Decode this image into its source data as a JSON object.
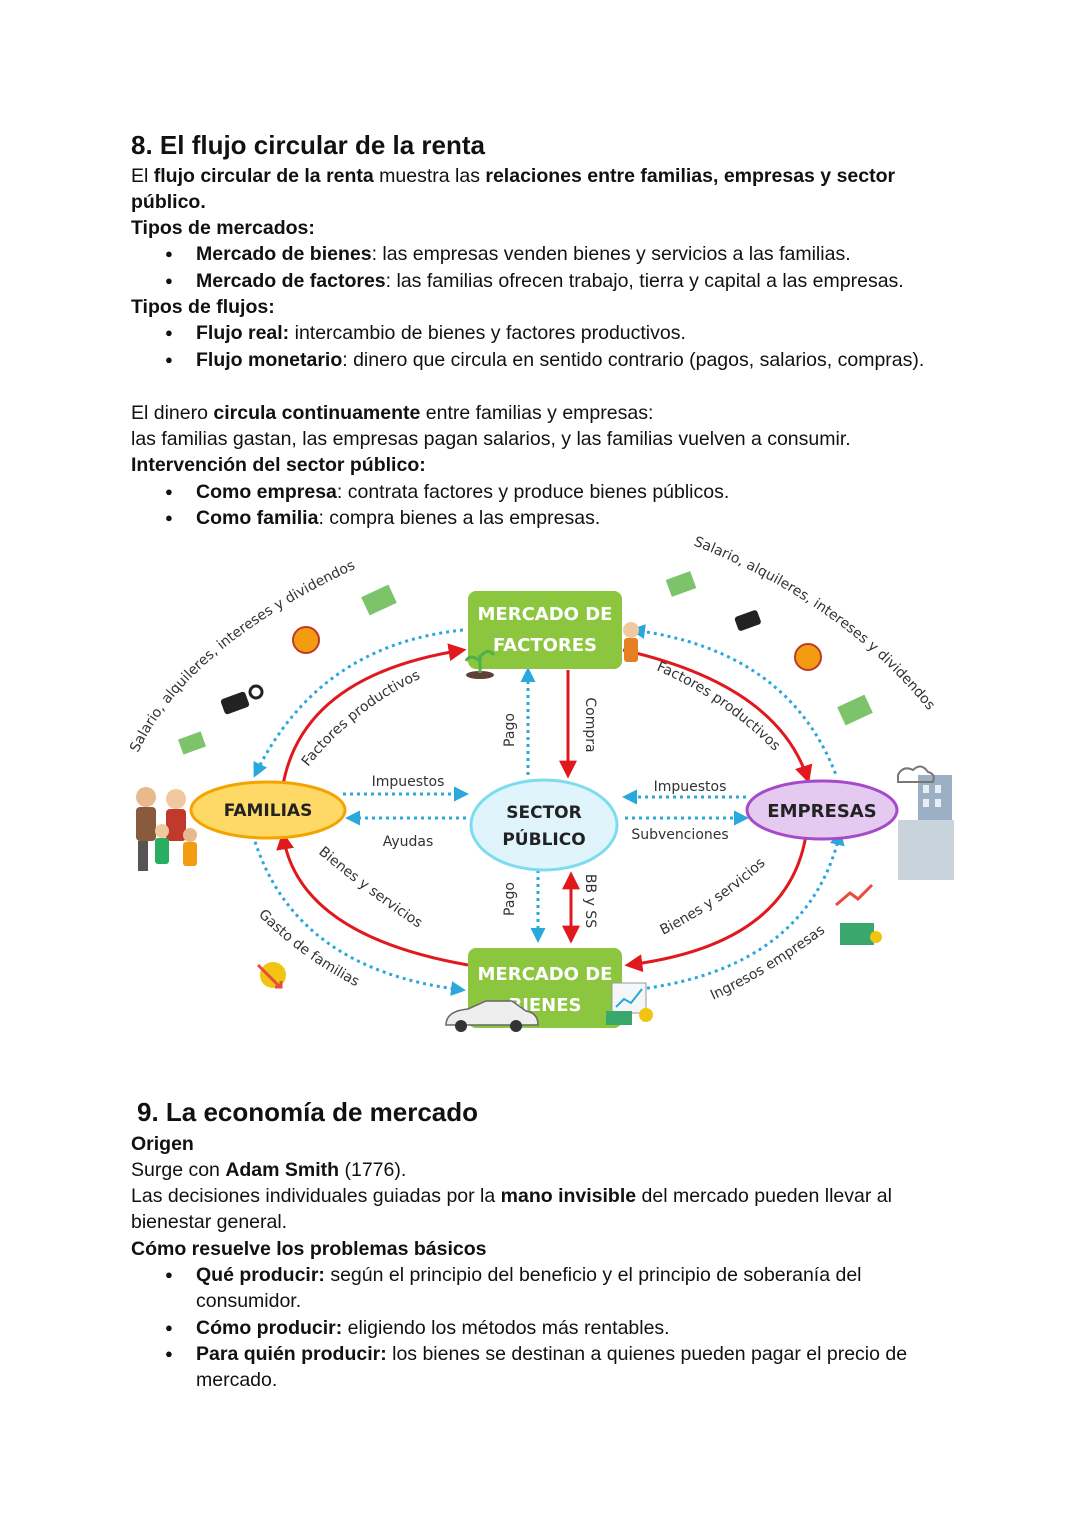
{
  "section8": {
    "title": "8. El flujo circular de la renta",
    "intro": {
      "p1": "El ",
      "b1": "flujo circular de la renta",
      "p2": " muestra las ",
      "b2": "relaciones entre familias, empresas y sector",
      "b3": "público."
    },
    "mercados_heading": "Tipos de mercados:",
    "mercados": [
      {
        "bold": "Mercado de bienes",
        "text": ": las empresas venden bienes y servicios a las familias."
      },
      {
        "bold": "Mercado de factores",
        "text": ": las familias ofrecen trabajo, tierra y capital a las empresas."
      }
    ],
    "flujos_heading": "Tipos de flujos:",
    "flujos": [
      {
        "bold": "Flujo real:",
        "text": " intercambio de bienes y factores productivos."
      },
      {
        "bold": "Flujo monetario",
        "text": ": dinero que circula en sentido contrario (pagos, salarios, compras)."
      }
    ],
    "dinero": {
      "p1": "El dinero ",
      "b1": "circula continuamente",
      "p2": " entre familias y empresas:",
      "line2": "las familias gastan, las empresas pagan salarios, y las familias vuelven a consumir."
    },
    "intervencion_heading": "Intervención del sector público:",
    "intervencion": [
      {
        "bold": "Como empresa",
        "text": ": contrata factores y produce bienes públicos."
      },
      {
        "bold": "Como familia",
        "text": ": compra bienes a las empresas."
      }
    ]
  },
  "diagram": {
    "mercado_factores": [
      "MERCADO DE",
      "FACTORES"
    ],
    "mercado_bienes": [
      "MERCADO DE",
      "BIENES"
    ],
    "familias": "FAMILIAS",
    "empresas": "EMPRESAS",
    "sector_publico": [
      "SECTOR",
      "PÚBLICO"
    ],
    "salario_left": "Salario, alquileres, intereses y dividendos",
    "salario_right": "Salario, alquileres, intereses y dividendos",
    "factores_left": "Factores productivos",
    "factores_right": "Factores productivos",
    "impuestos_left": "Impuestos",
    "ayudas": "Ayudas",
    "impuestos_right": "Impuestos",
    "subvenciones": "Subvenciones",
    "pago_top": "Pago",
    "compra": "Compra",
    "pago_bottom": "Pago",
    "bbyss": "BB y SS",
    "bienes_left": "Bienes y servicios",
    "bienes_right": "Bienes y servicios",
    "gasto_familias": "Gasto de familias",
    "ingresos_empresas": "Ingresos empresas",
    "colors": {
      "market_green": "#8cc63f",
      "familias_fill": "#ffd966",
      "familias_stroke": "#f4a300",
      "empresas_fill": "#e4c9f0",
      "empresas_stroke": "#a64ac9",
      "sector_fill": "#dff4fb",
      "sector_stroke": "#7fdcf0",
      "real_flow": "#e0191e",
      "money_flow": "#2aa8dc"
    }
  },
  "section9": {
    "title": "9. La economía de mercado",
    "origen_heading": "Origen",
    "surge": {
      "p1": "Surge con ",
      "b1": "Adam Smith",
      "p2": " (1776)."
    },
    "decisiones": {
      "p1": "Las decisiones individuales guiadas por la ",
      "b1": "mano invisible",
      "p2": " del mercado pueden llevar al",
      "line2": "bienestar general."
    },
    "resuelve_heading": "Cómo resuelve los problemas básicos",
    "problemas": [
      {
        "bold": "Qué producir:",
        "text": " según el principio del beneficio y el principio de soberanía del consumidor."
      },
      {
        "bold": "Cómo producir:",
        "text": " eligiendo los métodos más rentables."
      },
      {
        "bold": "Para quién producir:",
        "text": " los bienes se destinan a quienes pueden pagar el precio de mercado."
      }
    ]
  }
}
